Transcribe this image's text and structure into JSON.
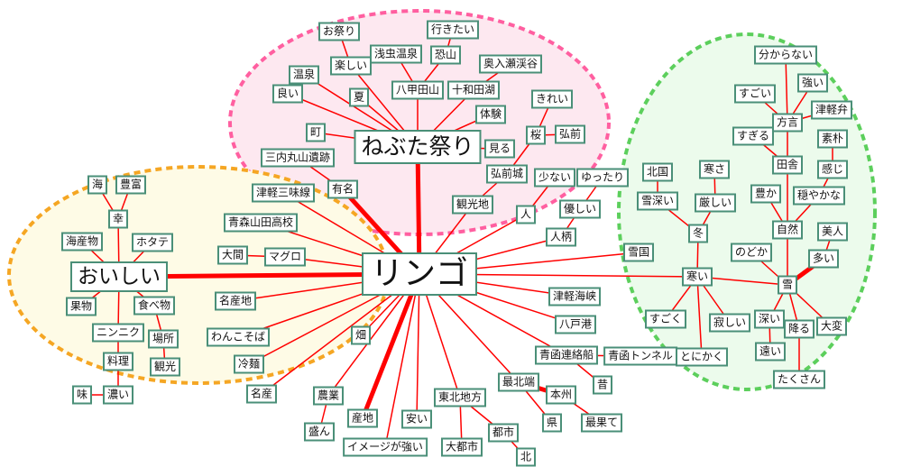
{
  "diagram": {
    "colors": {
      "line": "#ff0000",
      "border": "#4a8f78",
      "pink": "#ff5fa0",
      "orange": "#f5a623",
      "green": "#5ccf5c"
    },
    "nodes": [
      {
        "id": "ringo",
        "label": "リンゴ"
      },
      {
        "id": "nebuta",
        "label": "ねぶた祭り"
      },
      {
        "id": "oishii",
        "label": "おいしい"
      },
      {
        "id": "omatsuri",
        "label": "お祭り"
      },
      {
        "id": "tanoshii",
        "label": "楽しい"
      },
      {
        "id": "asamushi",
        "label": "浅虫温泉"
      },
      {
        "id": "ikitai",
        "label": "行きたい"
      },
      {
        "id": "osorezan",
        "label": "恐山"
      },
      {
        "id": "oirase",
        "label": "奥入瀬渓谷"
      },
      {
        "id": "onsen",
        "label": "温泉"
      },
      {
        "id": "yoi",
        "label": "良い"
      },
      {
        "id": "natsu",
        "label": "夏"
      },
      {
        "id": "hakkoda",
        "label": "八甲田山"
      },
      {
        "id": "towada",
        "label": "十和田湖"
      },
      {
        "id": "taiken",
        "label": "体験"
      },
      {
        "id": "kirei",
        "label": "きれい"
      },
      {
        "id": "machi",
        "label": "町"
      },
      {
        "id": "sakura",
        "label": "桜"
      },
      {
        "id": "hirosaki",
        "label": "弘前"
      },
      {
        "id": "miru",
        "label": "見る"
      },
      {
        "id": "sannai",
        "label": "三内丸山遺跡"
      },
      {
        "id": "hirosakijo",
        "label": "弘前城"
      },
      {
        "id": "yumei",
        "label": "有名"
      },
      {
        "id": "kankochi",
        "label": "観光地"
      },
      {
        "id": "sukunai",
        "label": "少ない"
      },
      {
        "id": "yuttari",
        "label": "ゆったり"
      },
      {
        "id": "hito",
        "label": "人"
      },
      {
        "id": "yasashii",
        "label": "優しい"
      },
      {
        "id": "hitogara",
        "label": "人柄"
      },
      {
        "id": "umi",
        "label": "海"
      },
      {
        "id": "hofu",
        "label": "豊富"
      },
      {
        "id": "sachi",
        "label": "幸"
      },
      {
        "id": "kaisanbutsu",
        "label": "海産物"
      },
      {
        "id": "hotate",
        "label": "ホタテ"
      },
      {
        "id": "kudamono",
        "label": "果物"
      },
      {
        "id": "tabemono",
        "label": "食べ物"
      },
      {
        "id": "ninniku",
        "label": "ニンニク"
      },
      {
        "id": "basho",
        "label": "場所"
      },
      {
        "id": "ryori",
        "label": "料理"
      },
      {
        "id": "kanko",
        "label": "観光"
      },
      {
        "id": "aji",
        "label": "味"
      },
      {
        "id": "koi",
        "label": "濃い"
      },
      {
        "id": "shamisen",
        "label": "津軽三味線"
      },
      {
        "id": "yamada",
        "label": "青森山田高校"
      },
      {
        "id": "oma",
        "label": "大間"
      },
      {
        "id": "maguro",
        "label": "マグロ"
      },
      {
        "id": "meisanchi",
        "label": "名産地"
      },
      {
        "id": "wanko",
        "label": "わんこそば"
      },
      {
        "id": "reimen",
        "label": "冷麺"
      },
      {
        "id": "meisan",
        "label": "名産"
      },
      {
        "id": "hatake",
        "label": "畑"
      },
      {
        "id": "nogyo",
        "label": "農業"
      },
      {
        "id": "sakan",
        "label": "盛ん"
      },
      {
        "id": "sanchi",
        "label": "産地"
      },
      {
        "id": "yasui",
        "label": "安い"
      },
      {
        "id": "image",
        "label": "イメージが強い"
      },
      {
        "id": "tohoku",
        "label": "東北地方"
      },
      {
        "id": "daitoshi",
        "label": "大都市"
      },
      {
        "id": "toshi",
        "label": "都市"
      },
      {
        "id": "kita",
        "label": "北"
      },
      {
        "id": "saihokutan",
        "label": "最北端"
      },
      {
        "id": "honshu",
        "label": "本州"
      },
      {
        "id": "ken",
        "label": "県"
      },
      {
        "id": "saihate",
        "label": "最果て"
      },
      {
        "id": "renrakusen",
        "label": "青函連絡船"
      },
      {
        "id": "tunnel",
        "label": "青函トンネル"
      },
      {
        "id": "mukashi",
        "label": "昔"
      },
      {
        "id": "hachinohe",
        "label": "八戸港"
      },
      {
        "id": "kaikyo",
        "label": "津軽海峡"
      },
      {
        "id": "yukiguni",
        "label": "雪国"
      },
      {
        "id": "wakaranai",
        "label": "分からない"
      },
      {
        "id": "tsuyoi",
        "label": "強い"
      },
      {
        "id": "sugoi",
        "label": "すごい"
      },
      {
        "id": "tsugaruben",
        "label": "津軽弁"
      },
      {
        "id": "hogen",
        "label": "方言"
      },
      {
        "id": "sugiru",
        "label": "すぎる"
      },
      {
        "id": "soboku",
        "label": "素朴"
      },
      {
        "id": "inaka",
        "label": "田舎"
      },
      {
        "id": "kanji",
        "label": "感じ"
      },
      {
        "id": "kitaguni",
        "label": "北国"
      },
      {
        "id": "samusa",
        "label": "寒さ"
      },
      {
        "id": "yukibukai",
        "label": "雪深い"
      },
      {
        "id": "kibishii",
        "label": "厳しい"
      },
      {
        "id": "yutaka",
        "label": "豊か"
      },
      {
        "id": "odayaka",
        "label": "穏やかな"
      },
      {
        "id": "fuyu",
        "label": "冬"
      },
      {
        "id": "shizen",
        "label": "自然"
      },
      {
        "id": "bijin",
        "label": "美人"
      },
      {
        "id": "nodoka",
        "label": "のどか"
      },
      {
        "id": "ooi",
        "label": "多い"
      },
      {
        "id": "samui",
        "label": "寒い"
      },
      {
        "id": "yuki",
        "label": "雪"
      },
      {
        "id": "sugoku",
        "label": "すごく"
      },
      {
        "id": "sabishii",
        "label": "寂しい"
      },
      {
        "id": "fukai",
        "label": "深い"
      },
      {
        "id": "furu",
        "label": "降る"
      },
      {
        "id": "taihen",
        "label": "大変"
      },
      {
        "id": "tonikaku",
        "label": "とにかく"
      },
      {
        "id": "toi",
        "label": "遠い"
      },
      {
        "id": "takusan",
        "label": "たくさん"
      }
    ],
    "edges": [
      [
        "ringo",
        "nebuta",
        1
      ],
      [
        "ringo",
        "oishii",
        1
      ],
      [
        "ringo",
        "yumei",
        1
      ],
      [
        "ringo",
        "sanchi",
        1
      ],
      [
        "nebuta",
        "machi"
      ],
      [
        "nebuta",
        "yoi"
      ],
      [
        "nebuta",
        "onsen"
      ],
      [
        "nebuta",
        "tanoshii"
      ],
      [
        "nebuta",
        "natsu"
      ],
      [
        "nebuta",
        "hakkoda"
      ],
      [
        "nebuta",
        "towada"
      ],
      [
        "nebuta",
        "taiken"
      ],
      [
        "nebuta",
        "miru"
      ],
      [
        "tanoshii",
        "omatsuri"
      ],
      [
        "hakkoda",
        "asamushi"
      ],
      [
        "hakkoda",
        "osorezan"
      ],
      [
        "osorezan",
        "ikitai"
      ],
      [
        "towada",
        "oirase"
      ],
      [
        "sakura",
        "kirei"
      ],
      [
        "sakura",
        "hirosaki"
      ],
      [
        "sakura",
        "hirosakijo"
      ],
      [
        "hirosakijo",
        "kankochi"
      ],
      [
        "kankochi",
        "ringo"
      ],
      [
        "sannai",
        "yumei"
      ],
      [
        "hito",
        "sukunai"
      ],
      [
        "hito",
        "ringo"
      ],
      [
        "yuttari",
        "yasashii"
      ],
      [
        "yasashii",
        "hitogara"
      ],
      [
        "hitogara",
        "ringo"
      ],
      [
        "sachi",
        "umi"
      ],
      [
        "sachi",
        "hofu"
      ],
      [
        "oishii",
        "sachi"
      ],
      [
        "oishii",
        "kaisanbutsu"
      ],
      [
        "oishii",
        "hotate"
      ],
      [
        "oishii",
        "kudamono"
      ],
      [
        "oishii",
        "tabemono"
      ],
      [
        "oishii",
        "ninniku"
      ],
      [
        "tabemono",
        "basho"
      ],
      [
        "basho",
        "kanko"
      ],
      [
        "ninniku",
        "ryori"
      ],
      [
        "ryori",
        "koi"
      ],
      [
        "koi",
        "aji"
      ],
      [
        "ringo",
        "shamisen"
      ],
      [
        "ringo",
        "yamada"
      ],
      [
        "ringo",
        "maguro"
      ],
      [
        "oma",
        "maguro"
      ],
      [
        "ringo",
        "meisanchi"
      ],
      [
        "ringo",
        "wanko"
      ],
      [
        "ringo",
        "reimen"
      ],
      [
        "ringo",
        "meisan"
      ],
      [
        "ringo",
        "hatake"
      ],
      [
        "ringo",
        "nogyo"
      ],
      [
        "nogyo",
        "sakan"
      ],
      [
        "ringo",
        "yasui"
      ],
      [
        "ringo",
        "image"
      ],
      [
        "ringo",
        "tohoku"
      ],
      [
        "tohoku",
        "daitoshi"
      ],
      [
        "tohoku",
        "toshi"
      ],
      [
        "toshi",
        "kita"
      ],
      [
        "ringo",
        "saihokutan"
      ],
      [
        "saihokutan",
        "honshu",
        1
      ],
      [
        "saihokutan",
        "ken"
      ],
      [
        "honshu",
        "saihate"
      ],
      [
        "ringo",
        "renrakusen"
      ],
      [
        "renrakusen",
        "tunnel"
      ],
      [
        "renrakusen",
        "mukashi"
      ],
      [
        "ringo",
        "hachinohe"
      ],
      [
        "ringo",
        "kaikyo"
      ],
      [
        "ringo",
        "yukiguni"
      ],
      [
        "ringo",
        "samui"
      ],
      [
        "hogen",
        "wakaranai"
      ],
      [
        "hogen",
        "tsuyoi"
      ],
      [
        "hogen",
        "sugoi"
      ],
      [
        "hogen",
        "tsugaruben"
      ],
      [
        "inaka",
        "hogen"
      ],
      [
        "inaka",
        "sugiru"
      ],
      [
        "kanji",
        "soboku"
      ],
      [
        "odayaka",
        "kanji"
      ],
      [
        "shizen",
        "inaka"
      ],
      [
        "shizen",
        "yutaka"
      ],
      [
        "shizen",
        "odayaka"
      ],
      [
        "yuki",
        "shizen"
      ],
      [
        "yuki",
        "nodoka"
      ],
      [
        "yuki",
        "ooi",
        1
      ],
      [
        "ooi",
        "bijin"
      ],
      [
        "yuki",
        "samui"
      ],
      [
        "samui",
        "fuyu"
      ],
      [
        "fuyu",
        "yukibukai"
      ],
      [
        "fuyu",
        "kibishii"
      ],
      [
        "yukibukai",
        "kitaguni"
      ],
      [
        "kibishii",
        "samusa"
      ],
      [
        "samui",
        "sugoku"
      ],
      [
        "samui",
        "sabishii"
      ],
      [
        "samui",
        "tonikaku"
      ],
      [
        "yuki",
        "fukai"
      ],
      [
        "fukai",
        "toi"
      ],
      [
        "yuki",
        "furu"
      ],
      [
        "furu",
        "takusan"
      ],
      [
        "yuki",
        "taihen"
      ]
    ]
  }
}
